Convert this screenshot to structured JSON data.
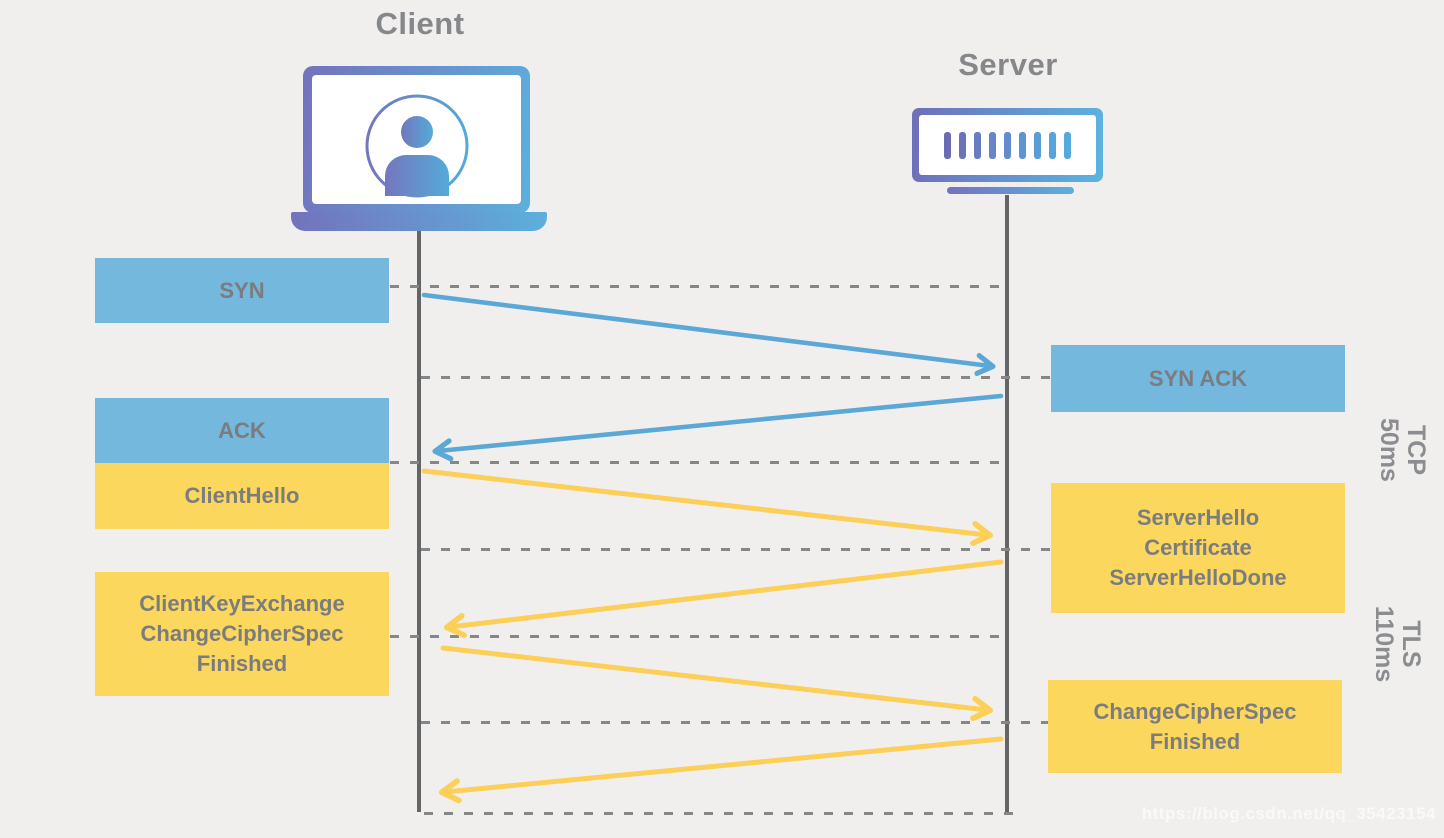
{
  "diagram": {
    "actors": {
      "client": "Client",
      "server": "Server"
    },
    "messages": {
      "syn": "SYN",
      "syn_ack": "SYN ACK",
      "ack": "ACK",
      "client_hello": "ClientHello",
      "server_hello": {
        "l1": "ServerHello",
        "l2": "Certificate",
        "l3": "ServerHelloDone"
      },
      "client_key_exchange": {
        "l1": "ClientKeyExchange",
        "l2": "ChangeCipherSpec",
        "l3": "Finished"
      },
      "change_cipher_spec": {
        "l1": "ChangeCipherSpec",
        "l2": "Finished"
      }
    },
    "phases": {
      "tcp": {
        "l1": "TCP",
        "l2": "50ms"
      },
      "tls": {
        "l1": "TLS",
        "l2": "110ms"
      }
    },
    "watermark": "https://blog.csdn.net/qq_35423154",
    "colors": {
      "background": "#f0efee",
      "tcp_box_fill": "#74b8de",
      "tls_box_fill": "#fbd75e",
      "tcp_arrow": "#5ba8d6",
      "tls_arrow": "#fbcf58",
      "lifeline": "#636567",
      "dashed_guide": "#868686",
      "box_text": "#7b7c7e",
      "actor_text": "#85878a",
      "icon_gradient_start": "#7472bd",
      "icon_gradient_end": "#5cb0dc"
    }
  }
}
